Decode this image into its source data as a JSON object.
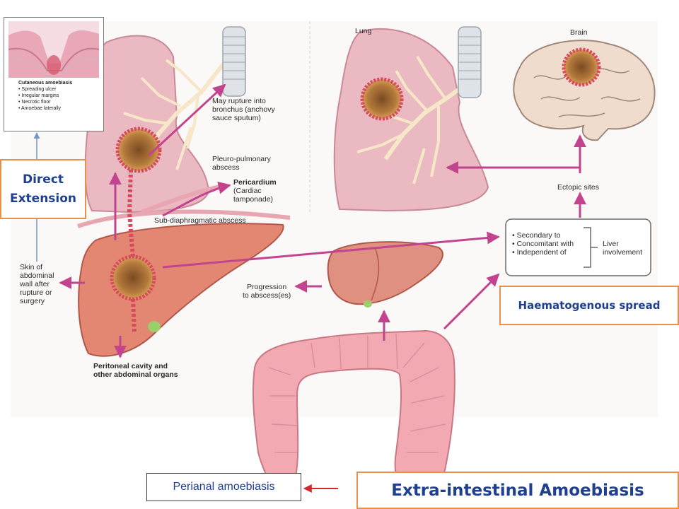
{
  "title": "Extra-intestinal Amoebiasis",
  "callouts": {
    "direct_extension": [
      "Direct",
      "Extension"
    ],
    "haematogenous": "Haematogenous spread",
    "perianal": "Perianal amoebiasis"
  },
  "inset": {
    "heading": "Cutaneous amoebiasis",
    "bullets": [
      "• Spreading ulcer",
      "• Irregular margins",
      "• Necrotic floor",
      "• Amoebae laterally"
    ]
  },
  "labels": {
    "rupture": [
      "May rupture into",
      "bronchus (anchovy",
      "sauce sputum)"
    ],
    "pleuro": [
      "Pleuro-pulmonary",
      "abscess"
    ],
    "pericardium": [
      "Pericardium",
      "(Cardiac",
      "tamponade)"
    ],
    "subdiaphragm": "Sub-diaphragmatic abscess",
    "skin": [
      "Skin of",
      "abdominal",
      "wall after",
      "rupture or",
      "surgery"
    ],
    "progression": [
      "Progression",
      "to abscess(es)"
    ],
    "peritoneal": [
      "Peritoneal cavity and",
      "other abdominal organs"
    ],
    "lung": "Lung",
    "brain": "Brain",
    "ectopic": "Ectopic sites",
    "liver_inv": [
      "Liver",
      "involvement"
    ],
    "liver_list": [
      "• Secondary to",
      "• Concomitant with",
      "• Independent of"
    ]
  },
  "colors": {
    "arrow": "#c2448f",
    "lung": "#eab9c2",
    "liver": "#e38672",
    "bowel": "#f2a9b2",
    "brain": "#f0dccd",
    "callout_border": "#e8914a",
    "callout_text": "#1f3f8f"
  }
}
